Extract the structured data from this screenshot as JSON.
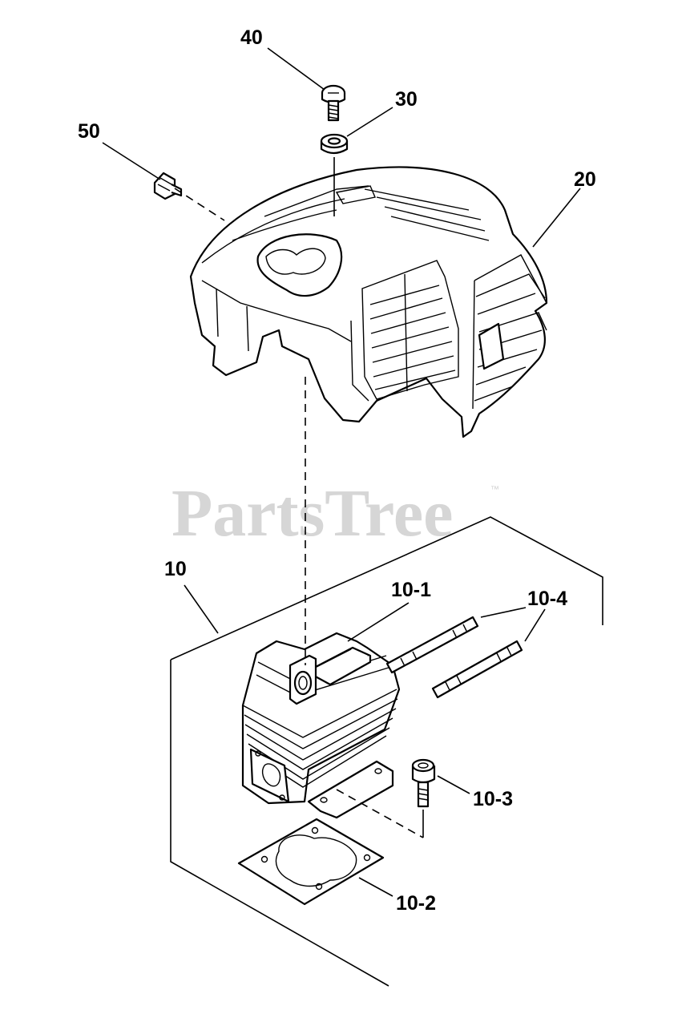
{
  "watermark": {
    "text": "PartsTree",
    "trademark": "™"
  },
  "callouts": {
    "c40": "40",
    "c30": "30",
    "c50": "50",
    "c20": "20",
    "c10": "10",
    "c10_1": "10-1",
    "c10_4": "10-4",
    "c10_3": "10-3",
    "c10_2": "10-2"
  }
}
